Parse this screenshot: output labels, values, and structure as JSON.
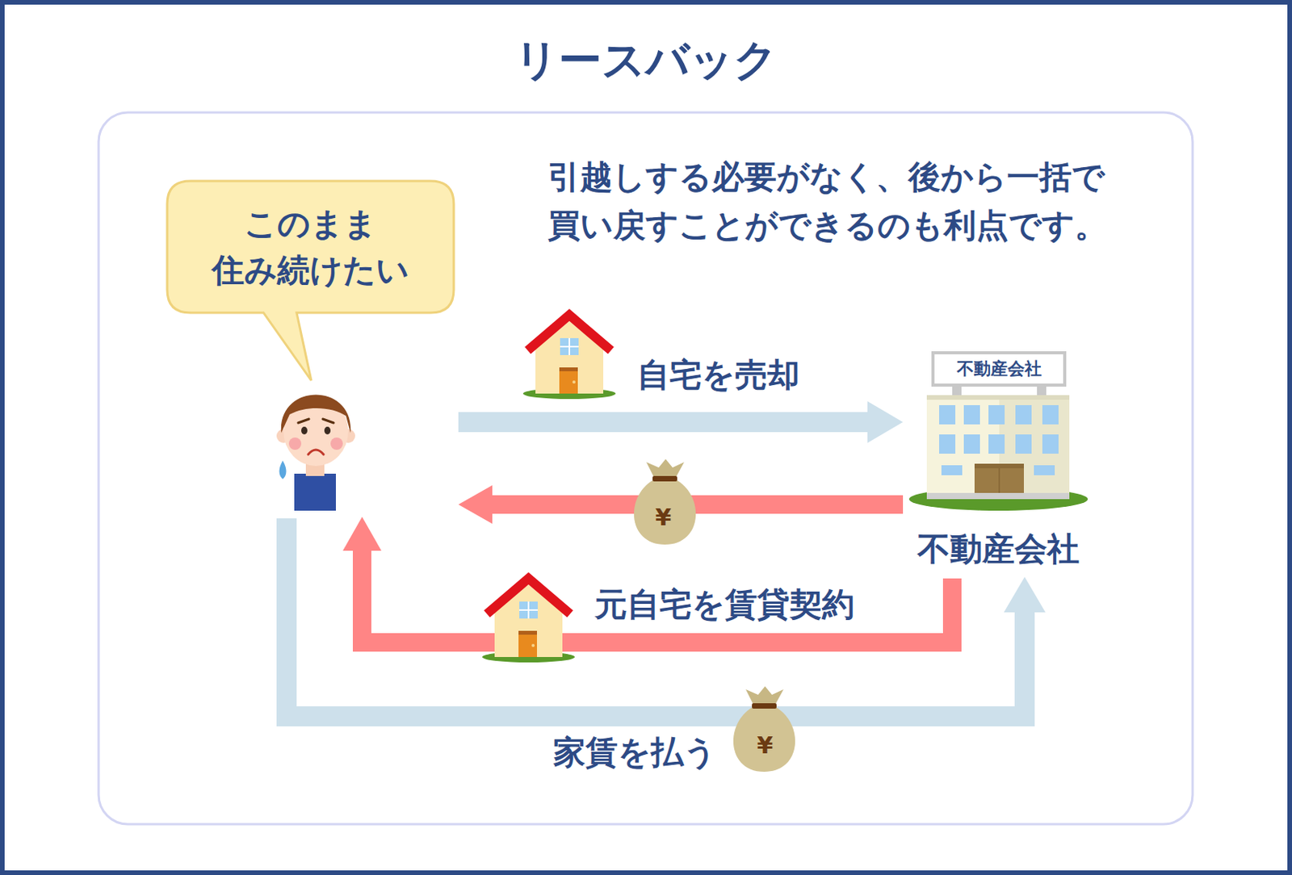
{
  "diagram": {
    "title": "リースバック",
    "nodes": [
      {
        "text": [
          "このまま 住み続けたい"
        ]
      },
      {
        "text": [
          "不動産会社",
          "不動産会社"
        ]
      }
    ],
    "edges": [
      {
        "from": 0,
        "to": 1,
        "arrow": "to",
        "label": "自宅を売却"
      },
      {
        "from": 1,
        "to": 0,
        "arrow": "to"
      },
      {
        "from": 1,
        "to": 0,
        "arrow": "to",
        "label": "元自宅を賃貸契約"
      },
      {
        "from": 0,
        "to": 1,
        "arrow": "to",
        "label": "家賃を払う"
      }
    ],
    "labels": [
      "引越しする必要がなく、後から一括で 買い戻すことができるのも利点です。",
      "¥",
      "¥"
    ]
  }
}
